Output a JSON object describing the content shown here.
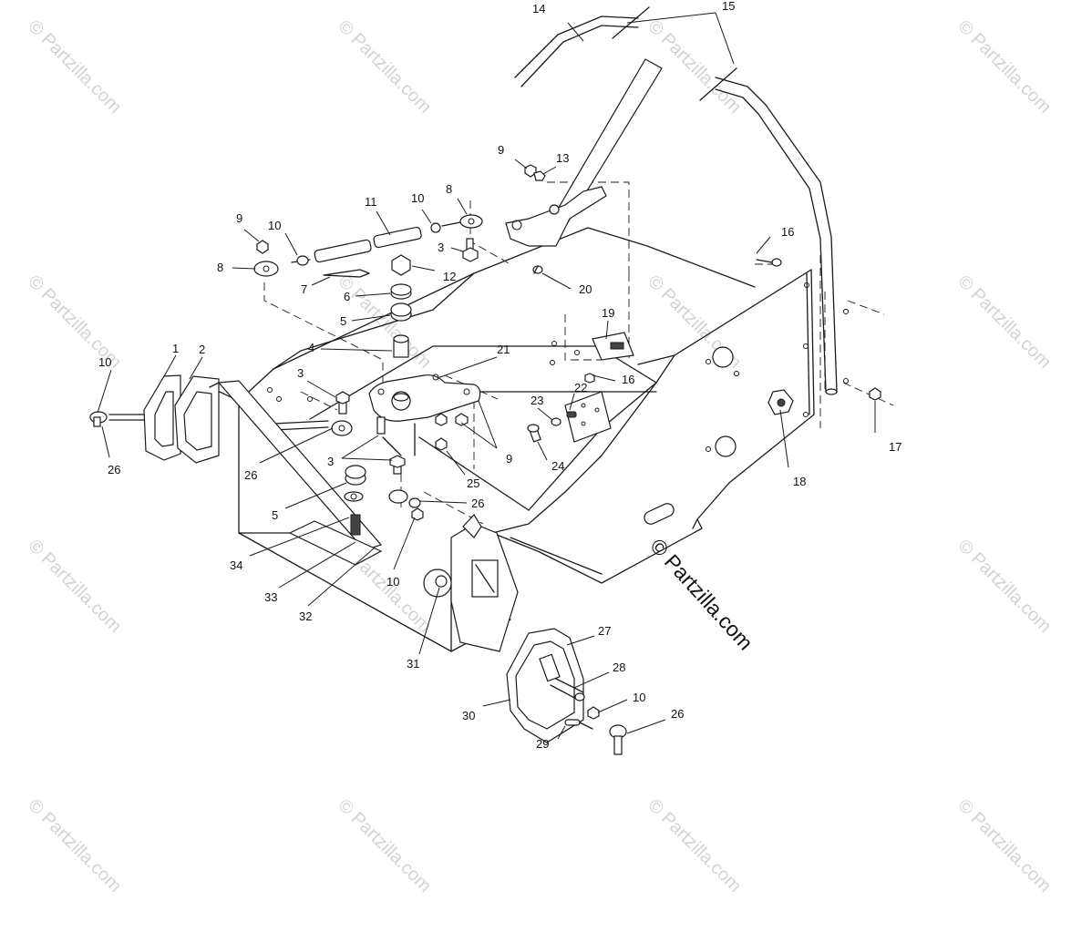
{
  "watermark_text": "© Partzilla.com",
  "main_watermark": "© Partzilla.com",
  "labels": {
    "l14": "14",
    "l15": "15",
    "l9a": "9",
    "l13": "13",
    "l8a": "8",
    "l10a": "10",
    "l11": "11",
    "l9b": "9",
    "l10b": "10",
    "l3a": "3",
    "l8b": "8",
    "l12": "12",
    "l7": "7",
    "l20": "20",
    "l16a": "16",
    "l6": "6",
    "l5a": "5",
    "l19": "19",
    "l4": "4",
    "l21": "21",
    "l1": "1",
    "l2": "2",
    "l10c": "10",
    "l3b": "3",
    "l22": "22",
    "l16b": "16",
    "l23": "23",
    "l17": "17",
    "l26a": "26",
    "l26b": "26",
    "l9c": "9",
    "l24": "24",
    "l18": "18",
    "l3c": "3",
    "l25": "25",
    "l5b": "5",
    "l26c": "26",
    "l34": "34",
    "l33": "33",
    "l10d": "10",
    "l32": "32",
    "l31": "31",
    "l27": "27",
    "l28": "28",
    "l10e": "10",
    "l26d": "26",
    "l30": "30",
    "l29": "29"
  }
}
